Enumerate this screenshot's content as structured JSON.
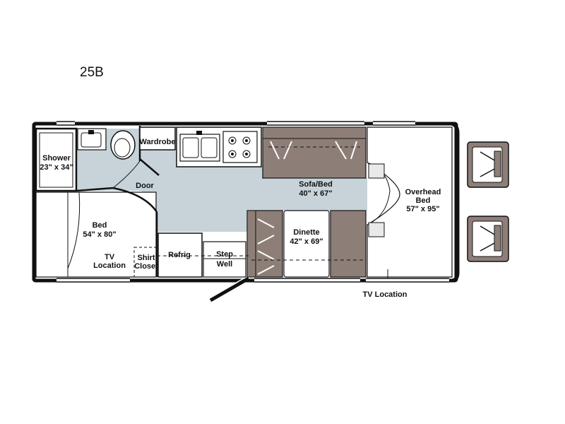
{
  "model": "25B",
  "labels": {
    "shower": "Shower",
    "shower_size": "23\" x 34\"",
    "wardrobe": "Wardrobe",
    "door": "Door",
    "bed": "Bed",
    "bed_size": "54\" x 80\"",
    "tv_location_rear_1": "TV",
    "tv_location_rear_2": "Location",
    "shirt_closet_1": "Shirt",
    "shirt_closet_2": "Closet",
    "refrig": "Refrig",
    "step_well_1": "Step",
    "step_well_2": "Well",
    "sofa_bed": "Sofa/Bed",
    "sofa_bed_size": "40\" x 67\"",
    "dinette": "Dinette",
    "dinette_size": "42\" x 69\"",
    "overhead_bed_1": "Overhead",
    "overhead_bed_2": "Bed",
    "overhead_bed_size": "57\" x 95\"",
    "tv_location_front": "TV Location"
  },
  "colors": {
    "wall": "#111111",
    "floor": "#c7d3d8",
    "furniture": "#8d7f78",
    "furniture_light": "#e9e9e9"
  }
}
